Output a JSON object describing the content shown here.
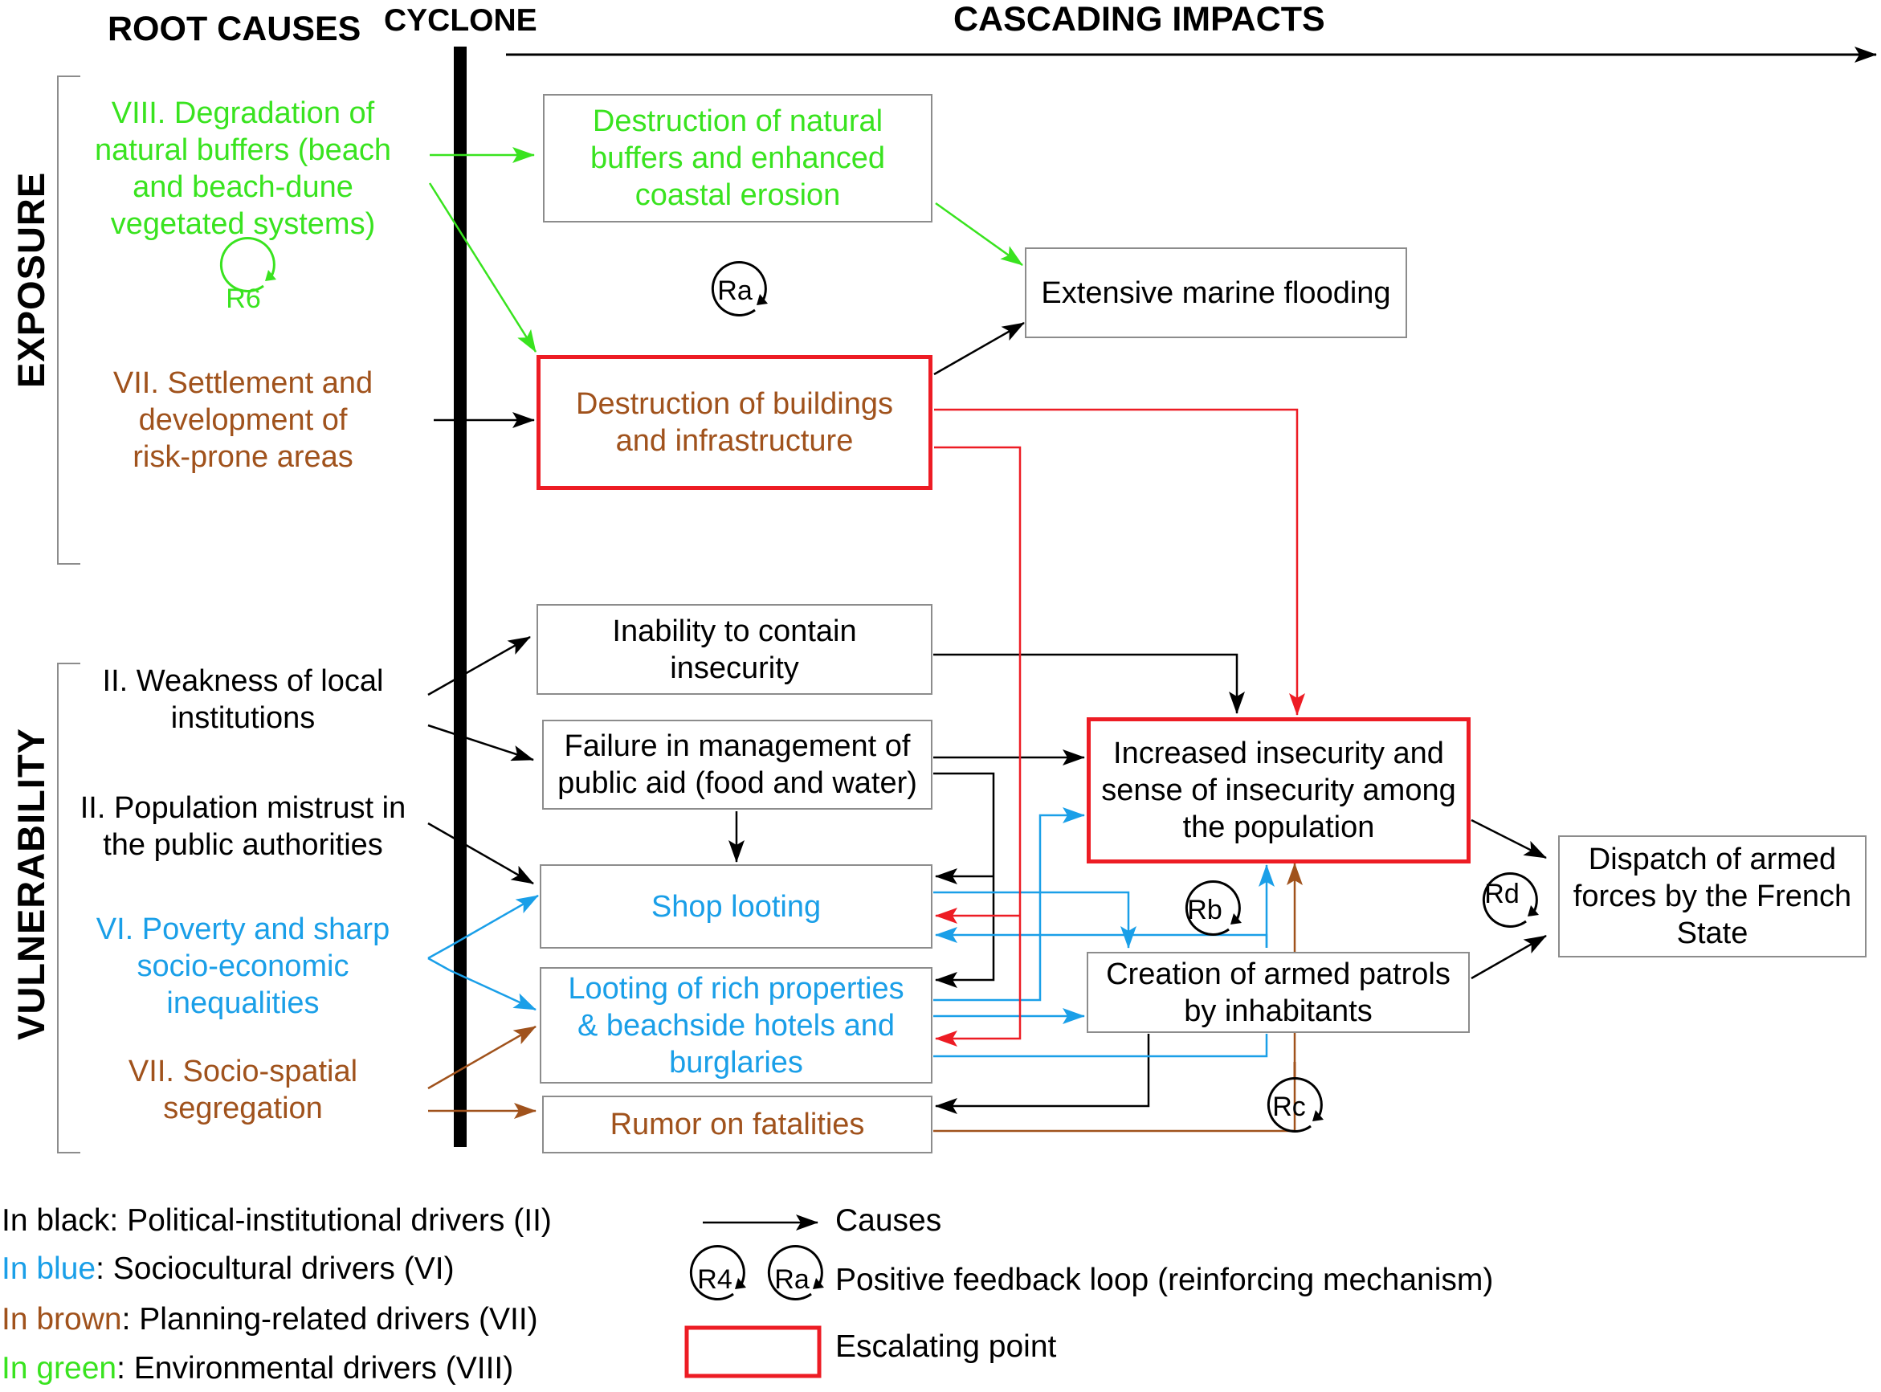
{
  "colors": {
    "black": "#000000",
    "blue": "#1a9fe8",
    "brown": "#a0521c",
    "green": "#39e31f",
    "red": "#ed1c24",
    "box_border": "#8c8c8c"
  },
  "headers": {
    "root_causes": "ROOT CAUSES",
    "cyclone": "CYCLONE",
    "cascading_impacts": "CASCADING IMPACTS"
  },
  "side_labels": {
    "exposure": "EXPOSURE",
    "vulnerability": "VULNERABILITY"
  },
  "root_causes": {
    "viii_degradation": "VIII. Degradation of\nnatural buffers (beach\nand beach-dune\nvegetated systems)",
    "vii_settlement": "VII. Settlement and\ndevelopment of\nrisk-prone areas",
    "ii_weakness": "II. Weakness of local\ninstitutions",
    "ii_mistrust": "II. Population mistrust in\nthe public authorities",
    "vi_poverty": "VI. Poverty and sharp\nsocio-economic\ninequalities",
    "vii_segregation": "VII. Socio-spatial\nsegregation"
  },
  "impacts": {
    "destruction_buffers": "Destruction of natural\nbuffers and enhanced\ncoastal erosion",
    "marine_flooding": "Extensive marine flooding",
    "destruction_buildings": "Destruction of buildings\nand infrastructure",
    "inability_insecurity": "Inability to contain\ninsecurity",
    "failure_aid": "Failure in management of\npublic aid (food and water)",
    "shop_looting": "Shop looting",
    "looting_rich": "Looting of rich properties\n& beachside hotels and\nburglaries",
    "rumor": "Rumor on fatalities",
    "increased_insecurity": "Increased insecurity and\nsense of insecurity among\nthe population",
    "armed_patrols": "Creation of armed patrols\nby inhabitants",
    "dispatch": "Dispatch of armed\nforces by the French\nState"
  },
  "loops": {
    "r6": "R6",
    "ra": "Ra",
    "rb": "Rb",
    "rc": "Rc",
    "rd": "Rd"
  },
  "legend": {
    "black_prefix": "In black",
    "black_text": ": Political-institutional drivers (II)",
    "blue_prefix": "In blue",
    "blue_text": ": Sociocultural drivers (VI)",
    "brown_prefix": "In brown",
    "brown_text": ": Planning-related drivers (VII)",
    "green_prefix": "In green",
    "green_text": ": Environmental drivers (VIII)",
    "causes": "Causes",
    "loop_r4": "R4",
    "loop_ra": "Ra",
    "feedback": "Positive feedback loop (reinforcing mechanism)",
    "escalating": "Escalating point"
  }
}
